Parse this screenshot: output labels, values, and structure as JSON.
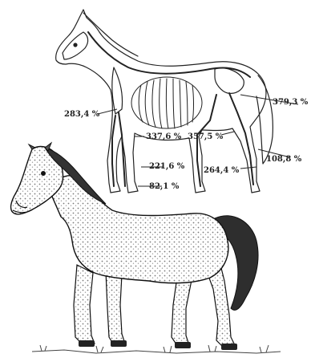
{
  "figure": {
    "labels": [
      {
        "id": "label-283-4",
        "text": "283,4 %"
      },
      {
        "id": "label-337-6",
        "text": "337,6 %"
      },
      {
        "id": "label-357-5",
        "text": "357,5 %"
      },
      {
        "id": "label-379-3",
        "text": "379,3 %"
      },
      {
        "id": "label-108-8",
        "text": "108,8 %"
      },
      {
        "id": "label-221-6",
        "text": "221,6 %"
      },
      {
        "id": "label-264-4",
        "text": "264,4 %"
      },
      {
        "id": "label-82-1",
        "text": "82,1 %"
      }
    ]
  },
  "colors": {
    "ink": "#222222",
    "coat": "#d6d6d6",
    "dark": "#333333",
    "background": "#ffffff"
  }
}
